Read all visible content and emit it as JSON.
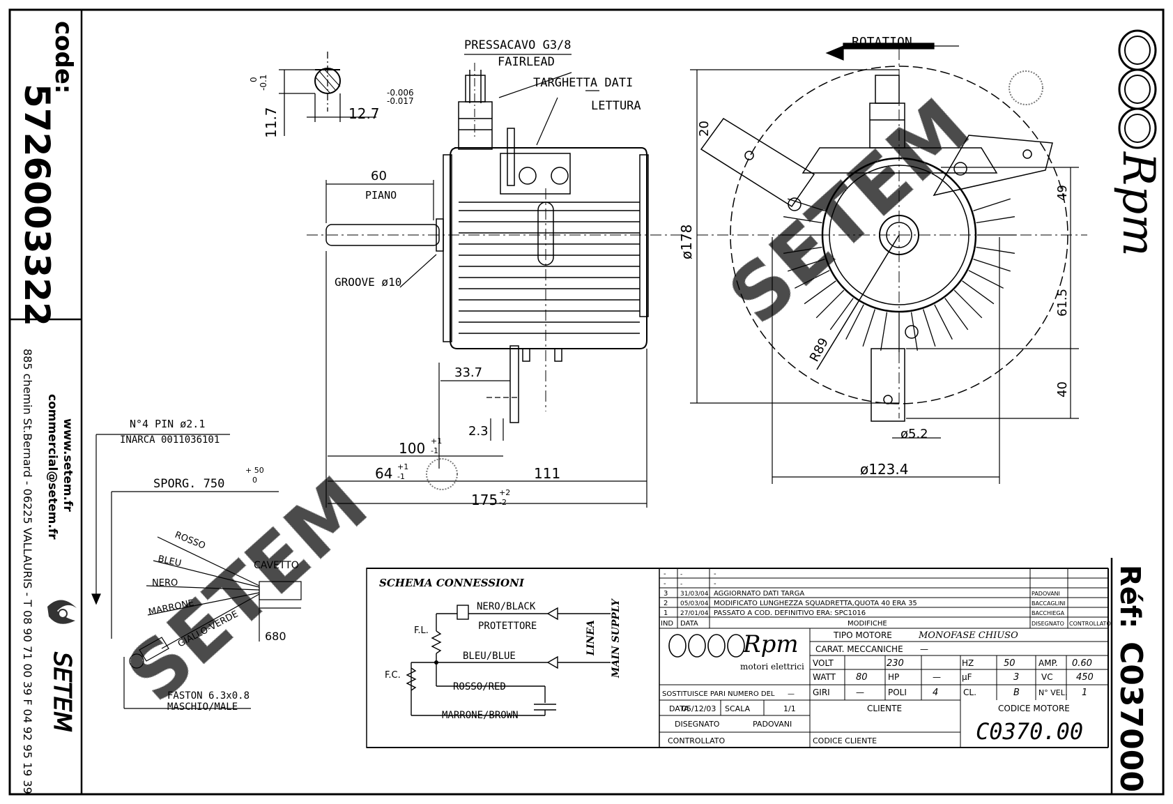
{
  "code_box": {
    "label": "code:",
    "number": "5726003322"
  },
  "company": {
    "web": "www.setem.fr",
    "email": "commercial@setem.fr",
    "address": "885 chemin St.Bernard - 06225 VALLAURIS - T 08 90 71 00 39  F 04 92 95 19 39",
    "logo_text": "SETEM",
    "watermark": "SETEM"
  },
  "ref_box": {
    "label": "Réf:",
    "number": "C037000"
  },
  "brand": {
    "name": "Rpm",
    "sub": "motori elettrici"
  },
  "dimensions": {
    "pressacavo": "PRESSACAVO G3/8",
    "fairlead": "FAIRLEAD",
    "targhetta": "TARGHETTA DATI",
    "lettura": "LETTURA",
    "rotation": "ROTATION",
    "key_tol_top": "0",
    "key_tol_bot": "-0.1",
    "key_height": "11.7",
    "key_width": "12.7",
    "shaft_tol_top": "-0.006",
    "shaft_tol_bot": "-0.017",
    "d60": "60",
    "piano": "PIANO",
    "groove": "GROOVE ø10",
    "d33_7": "33.7",
    "d2_3": "2.3",
    "d100": "100",
    "d100_tol_top": "+1",
    "d100_tol_bot": "-1",
    "d64": "64",
    "d64_tol_top": "+1",
    "d64_tol_bot": "-1",
    "d111": "111",
    "d175": "175",
    "d175_tol_top": "+2",
    "d175_tol_bot": "-2",
    "d178": "ø178",
    "d20": "20",
    "r89": "R89",
    "d49": "49",
    "d61_5": "61.5",
    "d40": "40",
    "d5_2": "ø5.2",
    "d123_4": "ø123.4"
  },
  "cable": {
    "pin": "N°4 PIN ø2.1",
    "inarca": "INARCA 0011036101",
    "sporg": "SPORG. 750",
    "sporg_tol_top": "+ 50",
    "sporg_tol_bot": "0",
    "wires": [
      "ROSSO",
      "BLEU",
      "NERO",
      "MARRONE",
      "GIALLO-VERDE"
    ],
    "cavetto": "CAVETTO",
    "d680": "680",
    "faston1": "FASTON 6.3x0.8",
    "faston2": "MASCHIO/MALE"
  },
  "schema": {
    "title": "SCHEMA CONNESSIONI",
    "nero": "NERO/BLACK",
    "protettore": "PROTETTORE",
    "bleu": "BLEU/BLUE",
    "rosso": "ROSSO/RED",
    "marrone": "MARRONE/BROWN",
    "fl": "F.L.",
    "fc": "F.C.",
    "linea": "LINEA",
    "main": "MAIN SUPPLY"
  },
  "revisions": {
    "rows": [
      [
        "-",
        "-",
        "-",
        "",
        ""
      ],
      [
        "-",
        "-",
        "-",
        "",
        ""
      ],
      [
        "3",
        "31/03/04",
        "AGGIORNATO DATI TARGA",
        "PADOVANI",
        ""
      ],
      [
        "2",
        "05/03/04",
        "MODIFICATO LUNGHEZZA SQUADRETTA,QUOTA 40 ERA 35",
        "BACCAGLINI",
        ""
      ],
      [
        "1",
        "27/01/04",
        "PASSATO A COD. DEFINITIVO ERA: SPC1016",
        "BACCHIEGA",
        ""
      ]
    ],
    "head": [
      "IND",
      "DATA",
      "MODIFICHE",
      "DISEGNATO",
      "CONTROLLATO"
    ]
  },
  "titleblock": {
    "tipo_label": "TIPO MOTORE",
    "tipo_value": "MONOFASE CHIUSO",
    "carat_label": "CARAT. MECCANICHE",
    "carat_value": "—",
    "volt_label": "VOLT",
    "volt_value": "230",
    "hz_label": "HZ",
    "hz_value": "50",
    "amp_label": "AMP.",
    "amp_value": "0.60",
    "watt_label": "WATT",
    "watt_value": "80",
    "hp_label": "HP",
    "hp_value": "—",
    "uf_label": "µF",
    "uf_value": "3",
    "vc_label": "VC",
    "vc_value": "450",
    "giri_label": "GIRI",
    "giri_value": "—",
    "poli_label": "POLI",
    "poli_value": "4",
    "cl_label": "CL.",
    "cl_value": "B",
    "nvel_label": "N° VEL.",
    "nvel_value": "1",
    "sost_label": "SOSTITUISCE PARI NUMERO DEL",
    "sost_value": "—",
    "data_label": "DATA",
    "data_value": "05/12/03",
    "scala_label": "SCALA",
    "scala_value": "1/1",
    "disegnato_label": "DISEGNATO",
    "disegnato_value": "PADOVANI",
    "controllato_label": "CONTROLLATO",
    "cliente_label": "CLIENTE",
    "codice_cliente_label": "CODICE CLIENTE",
    "codice_motore_label": "CODICE MOTORE",
    "codice_motore_value": "C0370.00"
  }
}
